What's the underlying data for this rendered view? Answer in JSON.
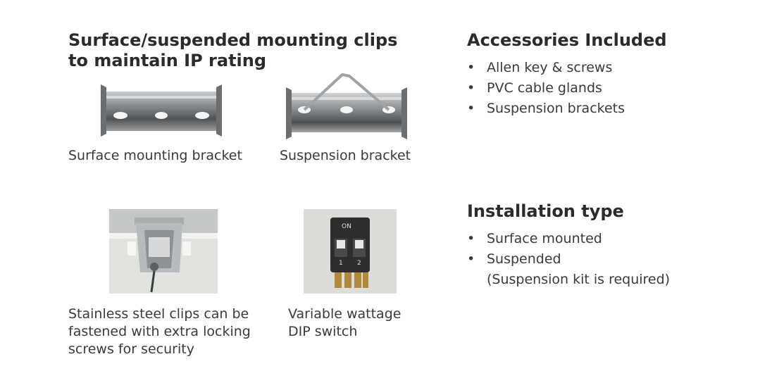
{
  "left": {
    "heading_line1": "Surface/suspended mounting clips",
    "heading_line2": "to maintain IP rating",
    "surface_bracket_caption": "Surface mounting bracket",
    "suspension_bracket_caption": "Suspension bracket",
    "clips_caption_line1": "Stainless steel clips can be",
    "clips_caption_line2": "fastened with extra locking",
    "clips_caption_line3": "screws for security",
    "dip_caption_line1": "Variable wattage",
    "dip_caption_line2": "DIP switch",
    "dip_label_on": "ON",
    "dip_label_1": "1",
    "dip_label_2": "2"
  },
  "accessories": {
    "heading": "Accessories Included",
    "items": [
      "Allen key & screws",
      "PVC cable glands",
      "Suspension brackets"
    ]
  },
  "installation": {
    "heading": "Installation type",
    "items": [
      "Surface mounted",
      "Suspended"
    ],
    "note": "(Suspension kit is required)"
  }
}
